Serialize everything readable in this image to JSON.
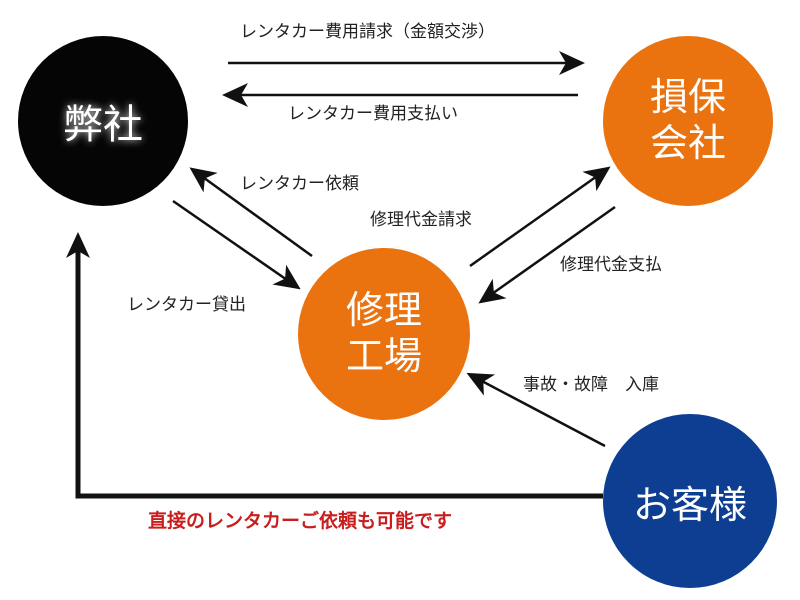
{
  "colors": {
    "company": "#050505",
    "insurance": "#ea720f",
    "factory": "#ea720f",
    "customer": "#0e3e92",
    "arrow": "#111111",
    "note": "#c81e1e"
  },
  "nodes": {
    "company": "弊社",
    "insurance": "損保\n会社",
    "factory": "修理\n工場",
    "customer": "お客様"
  },
  "edges": {
    "rental_fee_request": "レンタカー費用請求（金額交渉）",
    "rental_fee_payment": "レンタカー費用支払い",
    "rental_request": "レンタカー依頼",
    "rental_loan": "レンタカー貸出",
    "repair_cost_request": "修理代金請求",
    "repair_cost_payment": "修理代金支払",
    "accident_entry": "事故・故障　入庫"
  },
  "note": "直接のレンタカーご依頼も可能です"
}
